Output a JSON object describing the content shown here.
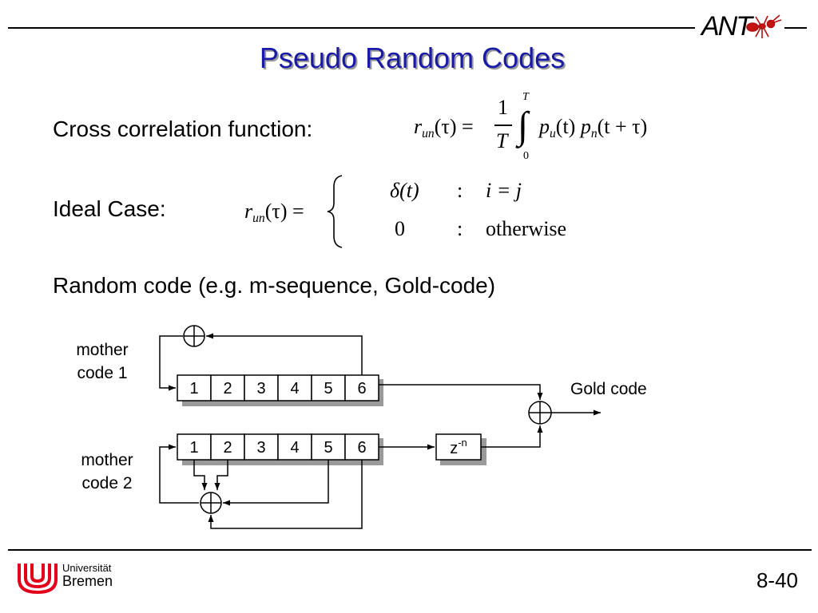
{
  "slide": {
    "title": "Pseudo Random Codes",
    "page_number": "8-40"
  },
  "header_logo": {
    "text": "ANT",
    "icon": "ant-icon"
  },
  "cross_correlation": {
    "label": "Cross correlation function:",
    "lhs": "r",
    "lhs_sub": "un",
    "lhs_arg": "(τ) =",
    "frac_num": "1",
    "frac_den": "T",
    "int_upper": "T",
    "int_lower": "0",
    "integrand_p1": "p",
    "integrand_p1_sub": "u",
    "integrand_p1_arg": "(t)",
    "integrand_p2": "p",
    "integrand_p2_sub": "n",
    "integrand_p2_arg": "(t + τ)"
  },
  "ideal_case": {
    "label": "Ideal Case:",
    "lhs": "r",
    "lhs_sub": "un",
    "lhs_arg": "(τ) =",
    "case1_value": "δ(t)",
    "case1_colon": ":",
    "case1_condition": "i = j",
    "case2_value": "0",
    "case2_colon": ":",
    "case2_condition": "otherwise"
  },
  "random_code_line": "Random code (e.g. m-sequence, Gold-code)",
  "diagram": {
    "mother_code_1_label": [
      "mother",
      "code 1"
    ],
    "mother_code_2_label": [
      "mother",
      "code 2"
    ],
    "register_cells": [
      "1",
      "2",
      "3",
      "4",
      "5",
      "6"
    ],
    "delay_label": "z",
    "delay_exponent": "-n",
    "output_label": "Gold code"
  },
  "footer": {
    "university_line1": "Universität",
    "university_line2": "Bremen",
    "logo_color": "#e2001a"
  }
}
